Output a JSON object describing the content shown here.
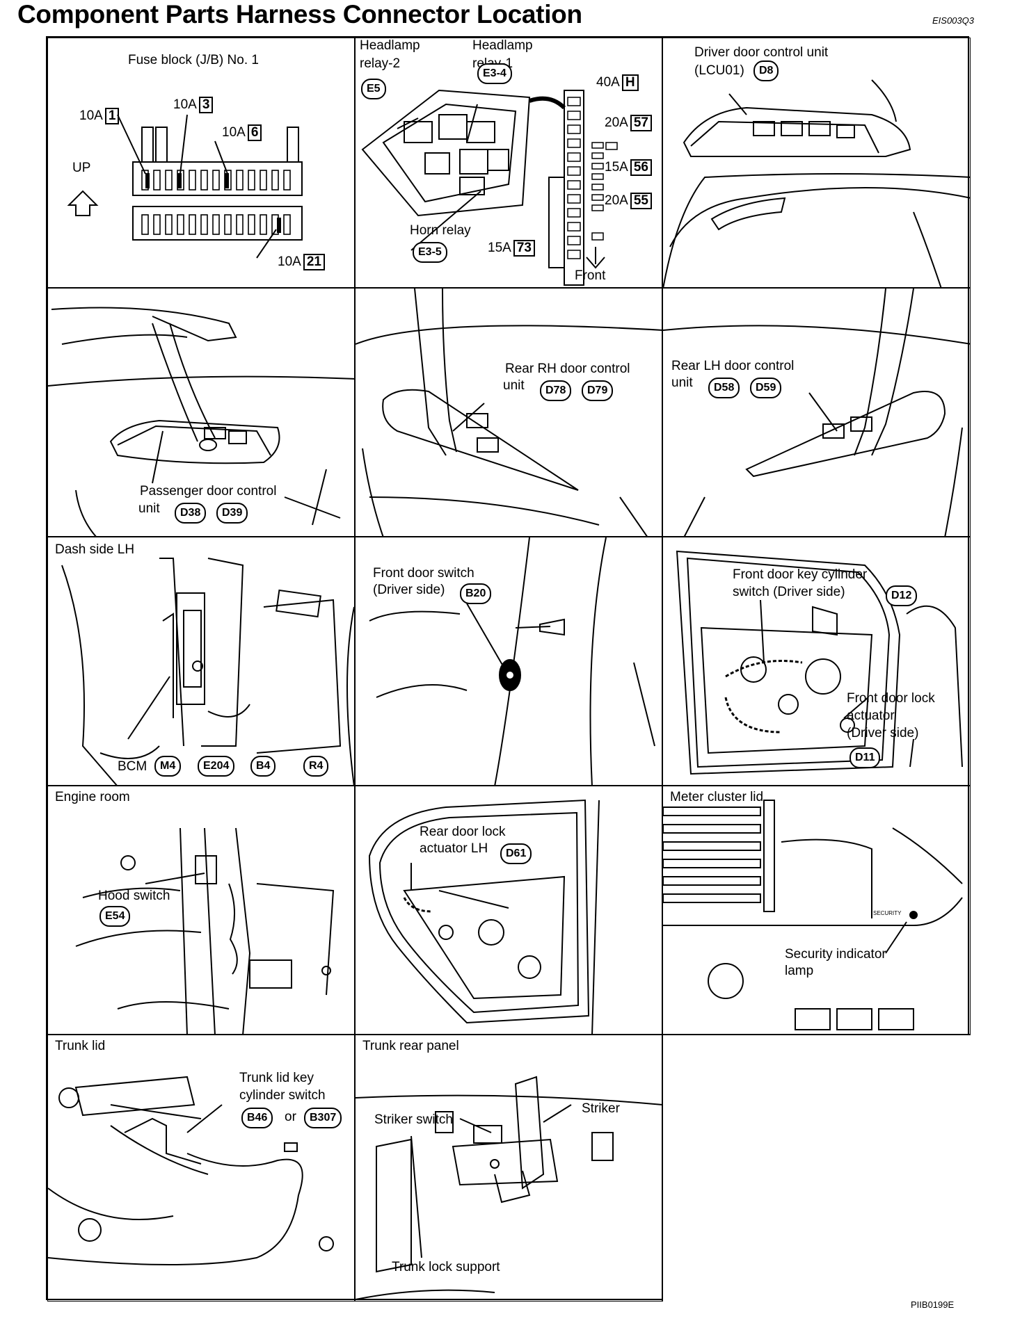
{
  "page": {
    "title": "Component Parts Harness Connector Location",
    "doc_code": "EIS003Q3",
    "figure_code": "PIIB0199E"
  },
  "panels": {
    "fuse_block": {
      "caption": "Fuse block (J/B) No. 1",
      "up": "UP",
      "fuses": [
        {
          "amp": "10A",
          "no": "1"
        },
        {
          "amp": "10A",
          "no": "3"
        },
        {
          "amp": "10A",
          "no": "6"
        },
        {
          "amp": "10A",
          "no": "21"
        }
      ]
    },
    "relay_box": {
      "headlamp_relay2": "Headlamp\nrelay-2",
      "headlamp_relay1": "Headlamp\nrelay-1",
      "conn_e5": "E5",
      "conn_e34": "E3-4",
      "horn_relay": "Horn relay",
      "conn_e35": "E3-5",
      "front": "Front",
      "fuses": [
        {
          "amp": "40A",
          "no": "H"
        },
        {
          "amp": "20A",
          "no": "57"
        },
        {
          "amp": "15A",
          "no": "56"
        },
        {
          "amp": "20A",
          "no": "55"
        },
        {
          "amp": "15A",
          "no": "73"
        }
      ]
    },
    "driver_door": {
      "label": "Driver door control unit\n(LCU01)",
      "conn": "D8"
    },
    "passenger_door": {
      "label1": "Passenger door control",
      "label2": "unit",
      "conns": [
        "D38",
        "D39"
      ]
    },
    "rear_rh": {
      "label1": "Rear RH door control",
      "label2": "unit",
      "conns": [
        "D78",
        "D79"
      ]
    },
    "rear_lh": {
      "label1": "Rear LH door control",
      "label2": "unit",
      "conns": [
        "D58",
        "D59"
      ]
    },
    "dash_side": {
      "caption": "Dash side LH",
      "bcm": "BCM",
      "conns": [
        "M4",
        "E204",
        "B4",
        "R4"
      ]
    },
    "front_door_switch": {
      "label1": "Front door switch",
      "label2": "(Driver side)",
      "conn": "B20"
    },
    "key_cylinder": {
      "label1": "Front door key cylinder",
      "label2": "switch (Driver side)",
      "conn": "D12",
      "lock1": "Front door lock",
      "lock2": "actuator",
      "lock3": "(Driver side)",
      "lock_conn": "D11"
    },
    "engine_room": {
      "caption": "Engine room",
      "hood": "Hood switch",
      "conn": "E54"
    },
    "rear_lock": {
      "label1": "Rear door lock",
      "label2": "actuator LH",
      "conn": "D61"
    },
    "meter": {
      "caption": "Meter cluster lid",
      "security_text": "SECURITY",
      "label1": "Security indicator",
      "label2": "lamp"
    },
    "trunk_lid": {
      "caption": "Trunk lid",
      "label1": "Trunk lid key",
      "label2": "cylinder switch",
      "conn1": "B46",
      "or": "or",
      "conn2": "B307"
    },
    "trunk_rear": {
      "caption": "Trunk rear panel",
      "striker_switch": "Striker switch",
      "striker": "Striker",
      "support": "Trunk lock support"
    }
  }
}
